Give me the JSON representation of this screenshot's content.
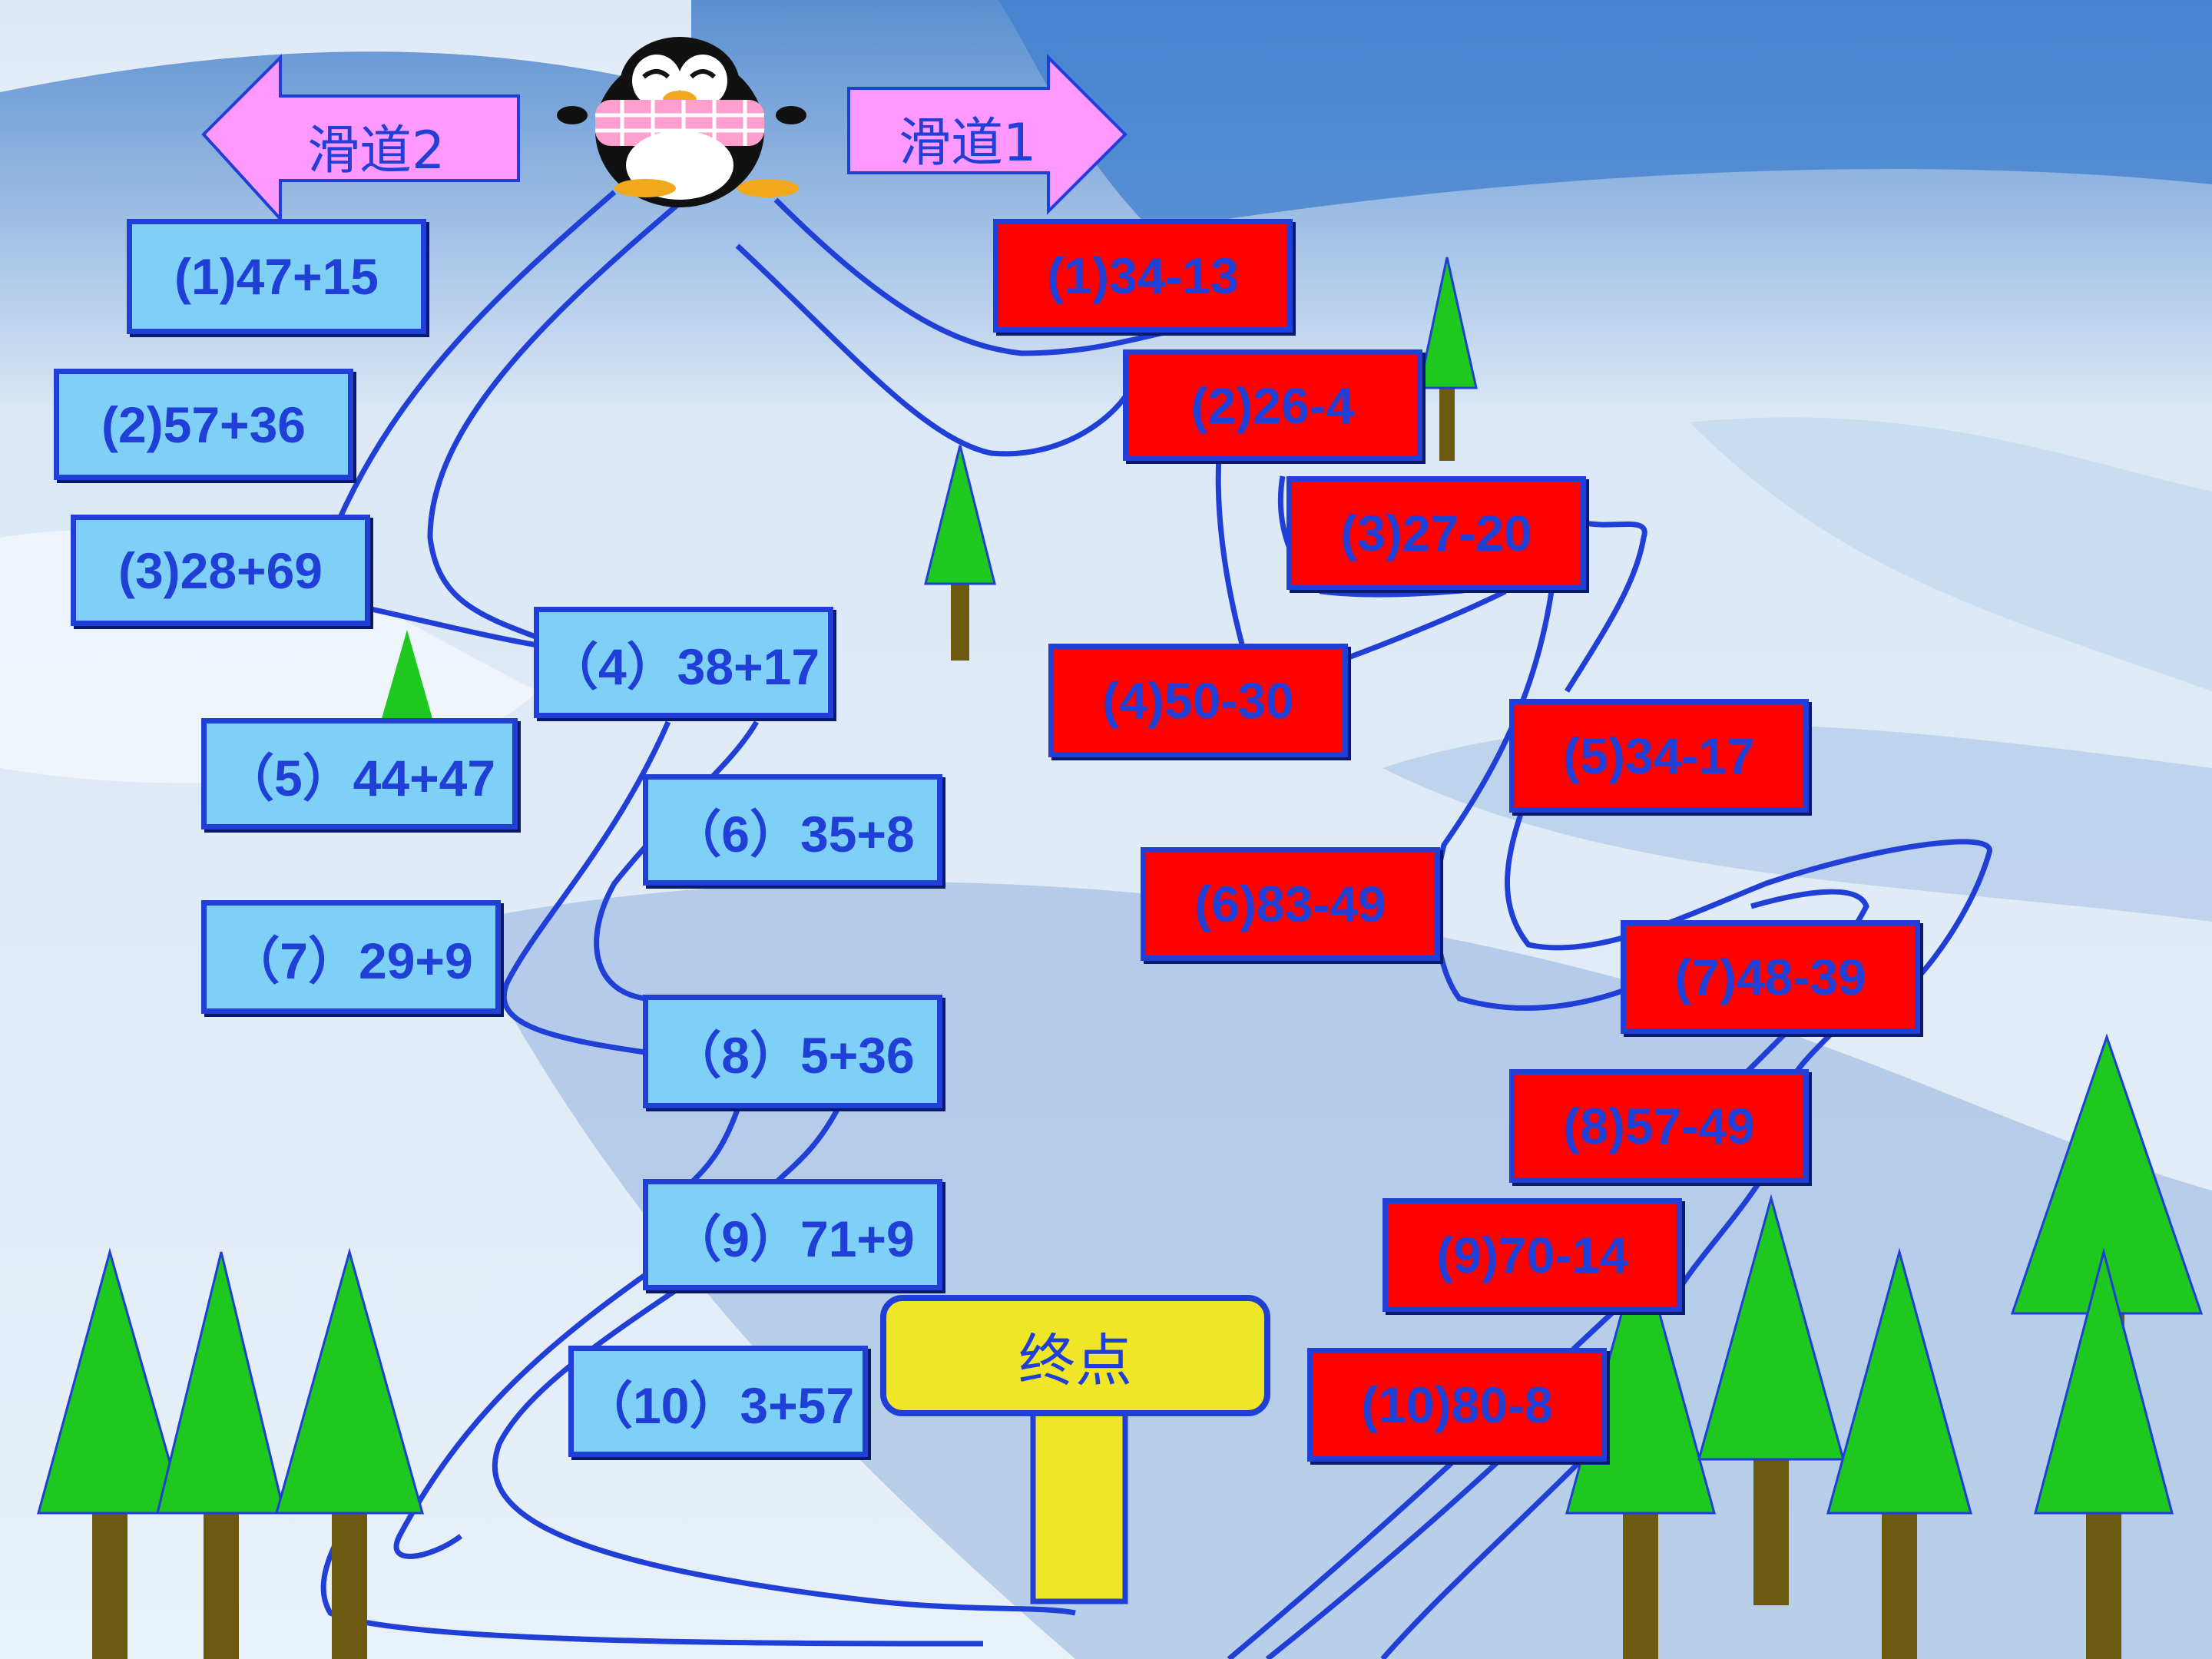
{
  "arrows": {
    "left_label": "滑道2",
    "right_label": "滑道1"
  },
  "slide2_problems": [
    "(1)47+15",
    "(2)57+36",
    "(3)28+69",
    "（4）38+17",
    "（5）44+47",
    "（6）35+8",
    "（7）29+9",
    "（8）5+36",
    "（9）71+9",
    "（10）3+57"
  ],
  "slide1_problems": [
    "(1)34-13",
    "(2)26-4",
    "(3)27-20",
    "(4)50-30",
    "(5)34-17",
    "(6)83-49",
    "(7)48-39",
    "(8)57-49",
    "(9)70-14",
    "(10)80-8"
  ],
  "finish_sign": "终点",
  "colors": {
    "slide2_box": "#7fd0f6",
    "slide1_box": "#ff0000",
    "text": "#1f3fd6",
    "tree": "#1ec81e",
    "trunk": "#6b5a10",
    "sign": "#f0e628",
    "arrow_fill": "#ff99ff"
  },
  "icons": [
    "penguin-mascot-icon",
    "tree-icon",
    "arrow-left-icon",
    "arrow-right-icon"
  ]
}
